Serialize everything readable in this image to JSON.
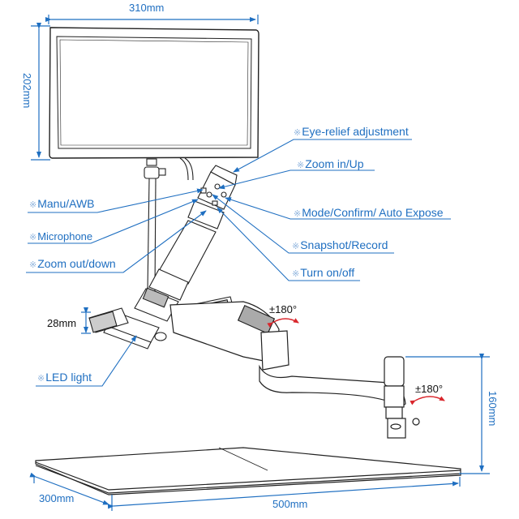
{
  "title": "Digital microscope with monitor and articulated arm stand - dimensions and controls",
  "colors": {
    "annotation": "#1f6fc1",
    "line_art": "#222222",
    "rotation_arrow": "#d9262c"
  },
  "dimensions": {
    "monitor_width": "310mm",
    "monitor_height": "202mm",
    "lens_diameter": "28mm",
    "pillar_height": "160mm",
    "base_depth": "300mm",
    "base_width": "500mm"
  },
  "rotation": {
    "arm_joint": "±180°",
    "pillar_joint": "±180°"
  },
  "callout_marker": "※",
  "callouts_right": [
    {
      "label": "Eye-relief adjustment"
    },
    {
      "label": "Zoom in/Up"
    },
    {
      "label": "Mode/Confirm/ Auto Expose"
    },
    {
      "label": "Snapshot/Record"
    },
    {
      "label": "Turn on/off"
    }
  ],
  "callouts_left": [
    {
      "label": "Manu/AWB"
    },
    {
      "label": "Microphone"
    },
    {
      "label": "Zoom out/down"
    },
    {
      "label": "LED light"
    }
  ]
}
